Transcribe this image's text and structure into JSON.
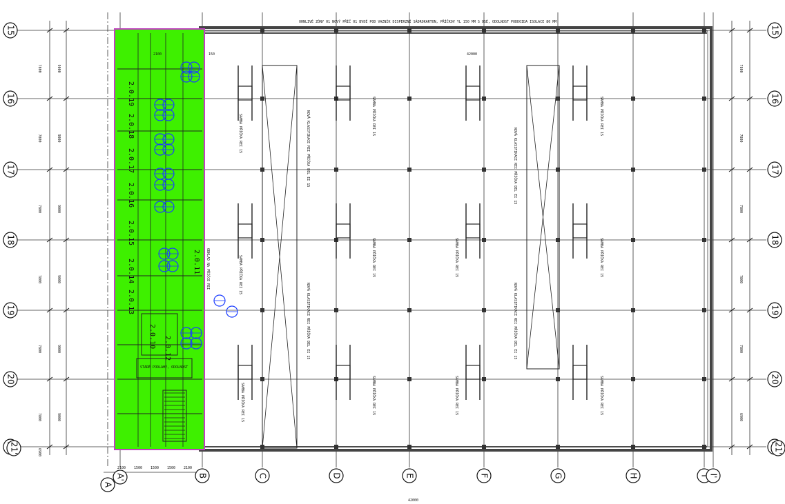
{
  "grid_rows": [
    "15",
    "16",
    "17",
    "18",
    "19",
    "20",
    "21",
    "21'"
  ],
  "grid_cols": [
    "A",
    "A'",
    "B",
    "C",
    "D",
    "E",
    "F",
    "G",
    "H",
    "I",
    "I'"
  ],
  "header_note": "OHNLIVÉ ZÓNY 01 NOVÝ PŘÍČ 01 BVDÉ POD VAZNÍK DISPERZNÍ SÁDROKARTON, PŘÍČKOV YL 150 MM S OSÉ, ODOLNOST PODDOIDA ISOLACE 80 MM",
  "room_numbers": [
    "2.0.19",
    "2.0.18",
    "2.0.17",
    "2.0.16",
    "2.0.15",
    "2.0.14",
    "2.0.13",
    "2.0.12",
    "2.0.11",
    "2.0.10"
  ],
  "dimensions": {
    "top_span": "42000",
    "top_a": "2100",
    "top_b": "150",
    "bottom_overall": "42000",
    "left_outer": [
      "9000",
      "9000",
      "9000",
      "9000",
      "9000",
      "9000"
    ],
    "left_inner": [
      "7800",
      "7800",
      "7800",
      "7800",
      "7800",
      "7800",
      "6900"
    ],
    "right": [
      "7800",
      "7800",
      "7800",
      "7800",
      "7800",
      "6900"
    ],
    "bottom_segments": [
      "2100",
      "1500",
      "1500",
      "1500",
      "2100"
    ]
  },
  "notes": {
    "cross_note": "NOVÁ KLASIFIKACE REI PŘÍČKA DEL EI 15",
    "hatch_note": "OBKLAD NA PŘÍČCE REI",
    "frame_note": "SAMBA PŘÍČKA REI 15",
    "room_box": "STARÉ PODLAHY, ODOLNOST"
  }
}
